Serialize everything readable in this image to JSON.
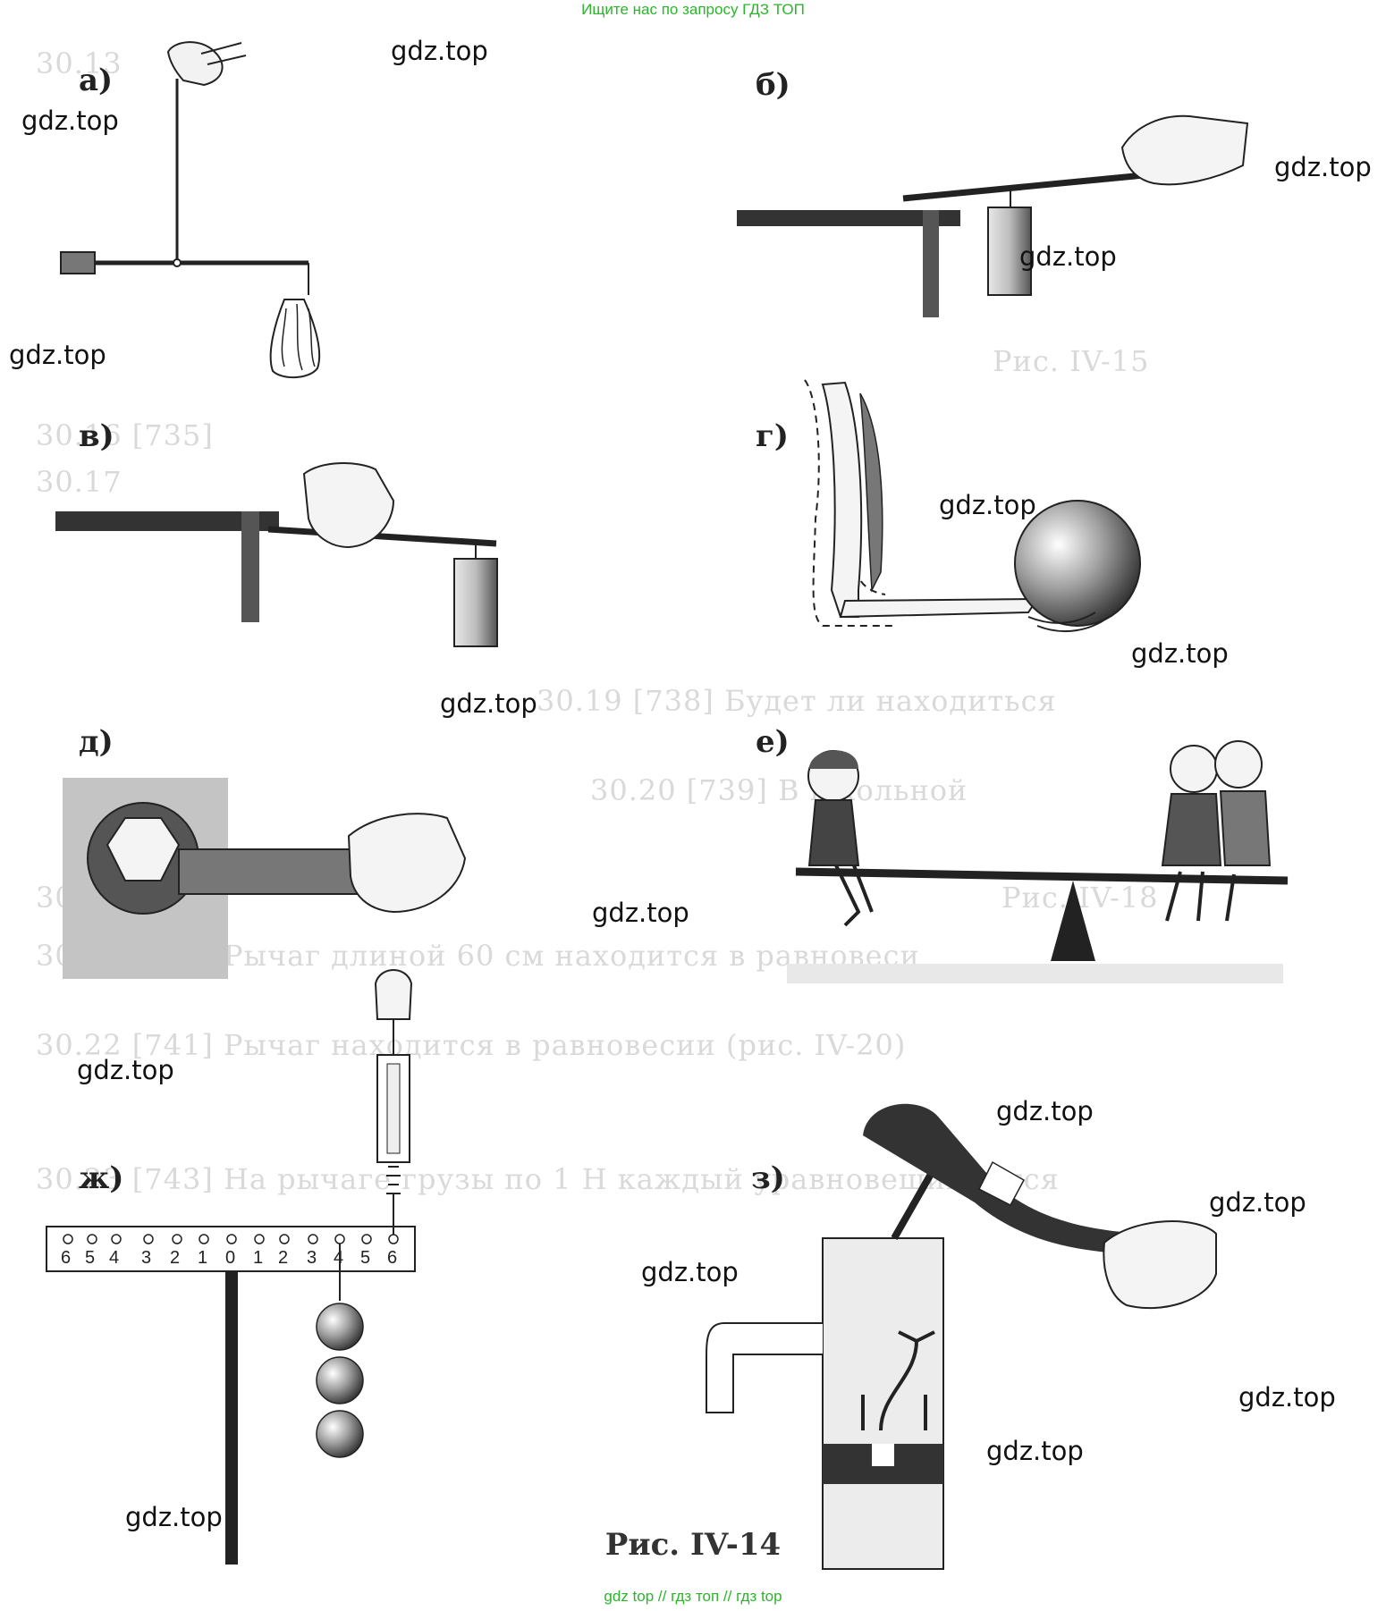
{
  "header": {
    "banner": "Ищите нас по запросу ГДЗ ТОП"
  },
  "footer": {
    "banner": "gdz top  //  гдз топ  //  гдз top"
  },
  "figure": {
    "caption": "Рис.  IV-14",
    "panel_labels": [
      "а)",
      "б)",
      "в)",
      "г)",
      "д)",
      "е)",
      "ж)",
      "з)"
    ],
    "ruler_numbers": [
      "6",
      "5",
      "4",
      "3",
      "2",
      "1",
      "0",
      "1",
      "2",
      "3",
      "4",
      "5",
      "6"
    ]
  },
  "watermarks": [
    "gdz.top",
    "gdz.top",
    "gdz.top",
    "gdz.top",
    "gdz.top",
    "gdz.top",
    "gdz.top",
    "gdz.top",
    "gdz.top",
    "gdz.top",
    "gdz.top",
    "gdz.top",
    "gdz.top",
    "gdz.top",
    "gdz.top"
  ],
  "background_text": [
    "30.13",
    "30.16 [735]",
    "30.17",
    "30.19 [738] Будет ли находиться",
    "30.20 [739] В школьной",
    "30.21 [740] Рычаг длиной 60 см находится в равновеси",
    "30.22 [741] Рычаг находится в равновесии (рис. IV-20)",
    "30.23 [743] На рычаге грузы по 1 Н каждый уравновешиваются",
    "Рис. IV-15",
    "Рис. IV-18",
    "30.29 [749]"
  ]
}
